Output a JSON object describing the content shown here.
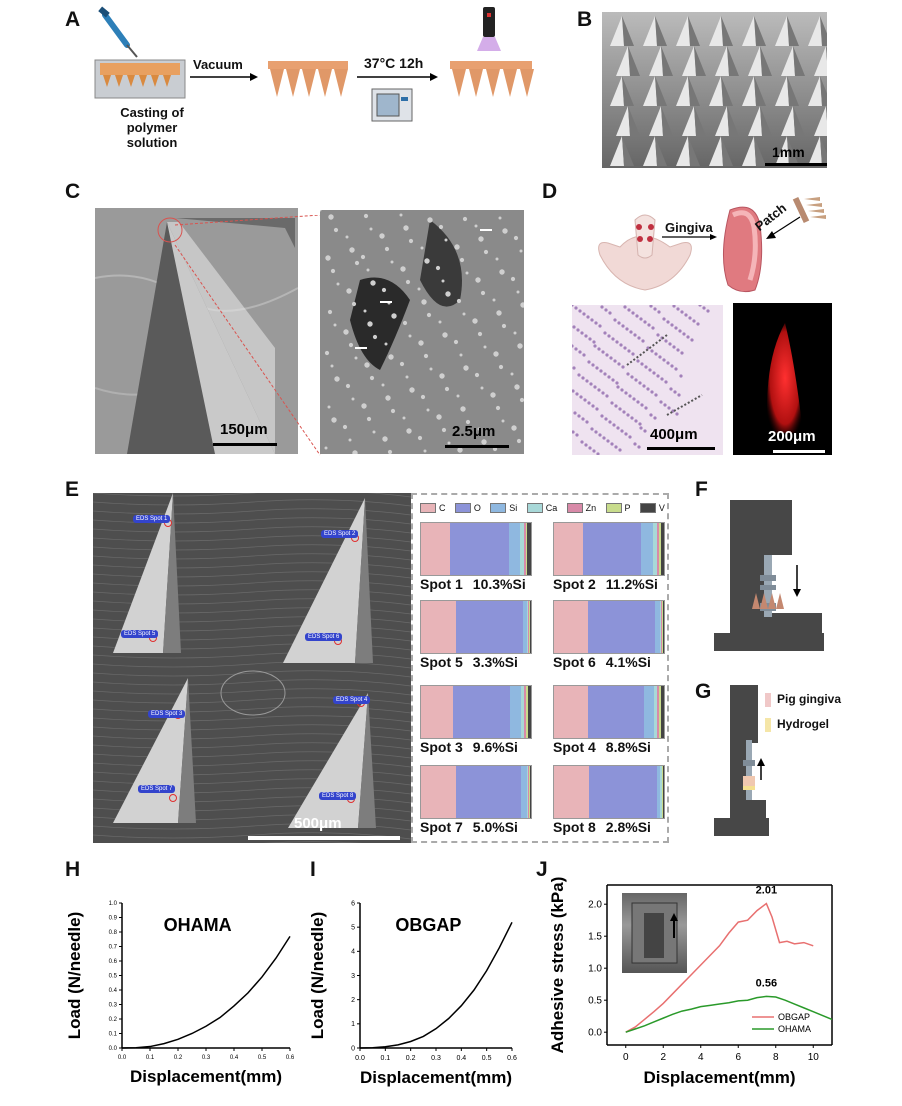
{
  "panels": {
    "A": {
      "letter": "A",
      "casting_label_line1": "Casting of",
      "casting_label_line2": "polymer solution",
      "step1_label": "Vacuum",
      "step2_label": "37°C 12h"
    },
    "B": {
      "letter": "B",
      "scale": "1mm"
    },
    "C": {
      "letter": "C",
      "scale_left": "150μm",
      "scale_right": "2.5μm"
    },
    "D": {
      "letter": "D",
      "gingiva_label": "Gingiva",
      "patch_label": "Patch",
      "scale_histo": "400μm",
      "scale_fluo": "200μm"
    },
    "E": {
      "letter": "E",
      "scale": "500μm",
      "eds_tags": [
        "EDS Spot 1",
        "EDS Spot 2",
        "EDS Spot 5",
        "EDS Spot 6",
        "EDS Spot 3",
        "EDS Spot 4",
        "EDS Spot 7",
        "EDS Spot 8"
      ],
      "legend": [
        {
          "name": "C",
          "color": "#e8b4b8"
        },
        {
          "name": "O",
          "color": "#8c93d8"
        },
        {
          "name": "Si",
          "color": "#8fb8e0"
        },
        {
          "name": "Ca",
          "color": "#a8d8d8"
        },
        {
          "name": "Zn",
          "color": "#d88aa8"
        },
        {
          "name": "P",
          "color": "#c8dc8c"
        },
        {
          "name": "V",
          "color": "#444444"
        }
      ]
    },
    "F": {
      "letter": "F"
    },
    "G": {
      "letter": "G",
      "legend_pig": "Pig gingiva",
      "legend_hydrogel": "Hydrogel"
    },
    "H": {
      "letter": "H"
    },
    "I": {
      "letter": "I"
    },
    "J": {
      "letter": "J"
    }
  },
  "chart_data": [
    {
      "id": "E-spots",
      "type": "bar",
      "orientation": "horizontal-stacked",
      "components": [
        "C",
        "O",
        "Si",
        "Ca",
        "Zn",
        "P",
        "V"
      ],
      "series": [
        {
          "name": "Spot 1",
          "label": "Spot 1",
          "si_label": "10.3%Si",
          "values": [
            26,
            54,
            10.3,
            3,
            2,
            1.5,
            3.2
          ]
        },
        {
          "name": "Spot 2",
          "label": "Spot 2",
          "si_label": "11.2%Si",
          "values": [
            26,
            53,
            11.2,
            3,
            2,
            1.8,
            3
          ]
        },
        {
          "name": "Spot 5",
          "label": "Spot 5",
          "si_label": "3.3%Si",
          "values": [
            32,
            61,
            3.3,
            1,
            0.8,
            0.8,
            1.1
          ]
        },
        {
          "name": "Spot 6",
          "label": "Spot 6",
          "si_label": "4.1%Si",
          "values": [
            31,
            61,
            4.1,
            1,
            0.8,
            0.9,
            1.2
          ]
        },
        {
          "name": "Spot 3",
          "label": "Spot 3",
          "si_label": "9.6%Si",
          "values": [
            29,
            52,
            9.6,
            3,
            2,
            1.5,
            2.9
          ]
        },
        {
          "name": "Spot 4",
          "label": "Spot 4",
          "si_label": "8.8%Si",
          "values": [
            31,
            51,
            8.8,
            3,
            2,
            1.5,
            2.7
          ]
        },
        {
          "name": "Spot 7",
          "label": "Spot 7",
          "si_label": "5.0%Si",
          "values": [
            32,
            59,
            5.0,
            1.2,
            0.8,
            0.8,
            1.2
          ]
        },
        {
          "name": "Spot 8",
          "label": "Spot 8",
          "si_label": "2.8%Si",
          "values": [
            32,
            62,
            2.8,
            1,
            0.8,
            0.5,
            0.9
          ]
        }
      ]
    },
    {
      "id": "H",
      "type": "line",
      "title": "OHAMA",
      "xlabel": "Displacement(mm)",
      "ylabel": "Load (N/needle)",
      "xlim": [
        0,
        0.6
      ],
      "ylim": [
        0,
        1.0
      ],
      "xticks": [
        "0.0",
        "0.1",
        "0.2",
        "0.3",
        "0.4",
        "0.5",
        "0.6"
      ],
      "yticks": [
        "0.0",
        "0.1",
        "0.2",
        "0.3",
        "0.4",
        "0.5",
        "0.6",
        "0.7",
        "0.8",
        "0.9",
        "1.0"
      ],
      "x": [
        0,
        0.05,
        0.1,
        0.15,
        0.2,
        0.25,
        0.3,
        0.35,
        0.4,
        0.45,
        0.5,
        0.55,
        0.6
      ],
      "y": [
        0,
        0.002,
        0.01,
        0.03,
        0.06,
        0.1,
        0.15,
        0.21,
        0.29,
        0.38,
        0.49,
        0.62,
        0.77
      ]
    },
    {
      "id": "I",
      "type": "line",
      "title": "OBGAP",
      "xlabel": "Displacement(mm)",
      "ylabel": "Load (N/needle)",
      "xlim": [
        0,
        0.6
      ],
      "ylim": [
        0,
        6
      ],
      "xticks": [
        "0.0",
        "0.1",
        "0.2",
        "0.3",
        "0.4",
        "0.5",
        "0.6"
      ],
      "yticks": [
        "0",
        "1",
        "2",
        "3",
        "4",
        "5",
        "6"
      ],
      "x": [
        0,
        0.05,
        0.1,
        0.15,
        0.2,
        0.25,
        0.3,
        0.35,
        0.4,
        0.45,
        0.5,
        0.55,
        0.6
      ],
      "y": [
        0,
        0.01,
        0.05,
        0.13,
        0.27,
        0.48,
        0.8,
        1.22,
        1.75,
        2.4,
        3.2,
        4.15,
        5.2
      ]
    },
    {
      "id": "J",
      "type": "line",
      "xlabel": "Displacement(mm)",
      "ylabel": "Adhesive stress (kPa)",
      "xlim": [
        -1,
        11
      ],
      "ylim": [
        -0.2,
        2.3
      ],
      "xticks": [
        "0",
        "2",
        "4",
        "6",
        "8",
        "10"
      ],
      "yticks": [
        "0.0",
        "0.5",
        "1.0",
        "1.5",
        "2.0"
      ],
      "legend_position": "bottom-right",
      "annotations": [
        "2.01",
        "0.56"
      ],
      "series": [
        {
          "name": "OBGAP",
          "color": "#e87070",
          "x": [
            0,
            0.5,
            1,
            1.5,
            2,
            2.5,
            3,
            3.5,
            4,
            4.5,
            5,
            5.5,
            6,
            6.5,
            7,
            7.5,
            7.8,
            8.2,
            8.6,
            9,
            9.5,
            10
          ],
          "y": [
            0,
            0.08,
            0.2,
            0.32,
            0.45,
            0.6,
            0.75,
            0.9,
            1.05,
            1.2,
            1.35,
            1.55,
            1.72,
            1.75,
            1.9,
            2.01,
            1.8,
            1.4,
            1.42,
            1.38,
            1.4,
            1.35
          ]
        },
        {
          "name": "OHAMA",
          "color": "#2a9a2a",
          "x": [
            0,
            0.5,
            1,
            1.5,
            2,
            2.5,
            3,
            3.5,
            4,
            4.5,
            5,
            5.5,
            6,
            6.5,
            7,
            7.5,
            8,
            8.5,
            9,
            9.5,
            10,
            10.5,
            11
          ],
          "y": [
            0,
            0.05,
            0.1,
            0.16,
            0.22,
            0.28,
            0.33,
            0.36,
            0.4,
            0.42,
            0.44,
            0.46,
            0.49,
            0.5,
            0.54,
            0.56,
            0.55,
            0.5,
            0.44,
            0.38,
            0.32,
            0.26,
            0.2
          ]
        }
      ]
    }
  ]
}
